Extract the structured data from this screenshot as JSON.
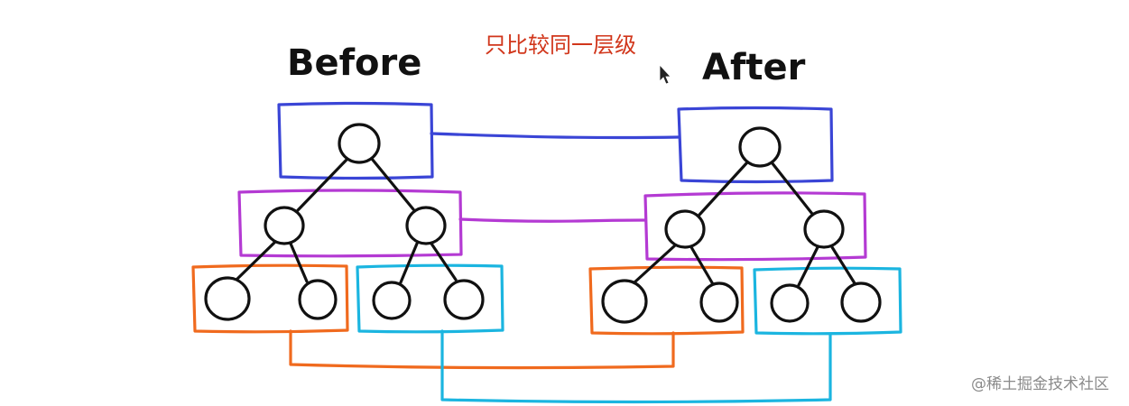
{
  "diagram": {
    "caption": "只比较同一层级",
    "before_label": "Before",
    "after_label": "After",
    "watermark": "@稀土掘金技术社区",
    "colors": {
      "level1": "#3a45d6",
      "level2": "#b43ad3",
      "left_subtree": "#f06a1e",
      "right_subtree": "#1bb5e0",
      "caption": "#d1361b",
      "node_stroke": "#111111"
    },
    "trees": [
      {
        "name": "Before",
        "levels": [
          {
            "level": 1,
            "nodes": 1
          },
          {
            "level": 2,
            "nodes": 2
          },
          {
            "level": 3,
            "nodes": 4
          }
        ]
      },
      {
        "name": "After",
        "levels": [
          {
            "level": 1,
            "nodes": 1
          },
          {
            "level": 2,
            "nodes": 2
          },
          {
            "level": 3,
            "nodes": 4
          }
        ]
      }
    ],
    "cursor_icon": "mouse-pointer-icon"
  }
}
